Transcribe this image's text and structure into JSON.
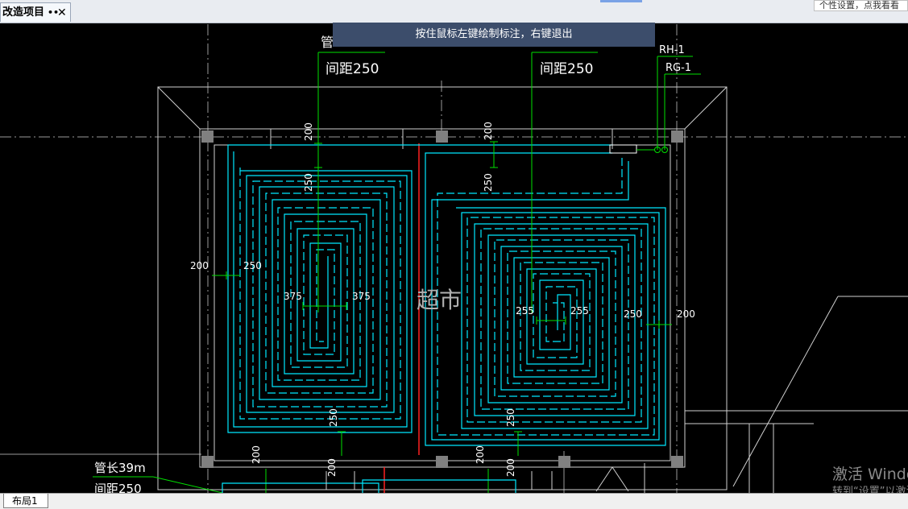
{
  "tab": {
    "title": "改造项目",
    "pin": "••",
    "close": "✕"
  },
  "hint_box": "个性设置，点我看看",
  "tooltip": "按住鼠标左键绘制标注，右键退出",
  "layout_tab": "布局1",
  "watermark": {
    "line1": "激活 Windows",
    "line2": "转到“设置”以激活"
  },
  "drawing": {
    "room_label": "超市",
    "pipe_left_top": "管",
    "spacing_left": "间距250",
    "spacing_right": "间距250",
    "rh_label": "RH-1",
    "rg_label": "RG-1",
    "pipe_bottom": "管长39m",
    "spacing_bottom": "间距250",
    "dims": {
      "top_200_left": "200",
      "top_250_left": "250",
      "top_200_right": "200",
      "top_250_right": "250",
      "left_200": "200",
      "left_250": "250",
      "mid_375_l": "375",
      "mid_375_r": "375",
      "mid_255_l": "255",
      "mid_255_r": "255",
      "right_250": "250",
      "right_200": "200",
      "bot_250_left": "250",
      "bot_250_right": "250",
      "bot_200_a": "200",
      "bot_200_b": "200",
      "bot_200_c": "200",
      "bot_200_d": "200"
    }
  },
  "colors": {
    "green": "#00e000",
    "cyan": "#00ffff",
    "white": "#ffffff",
    "red": "#ff2020",
    "grey": "#808080"
  }
}
